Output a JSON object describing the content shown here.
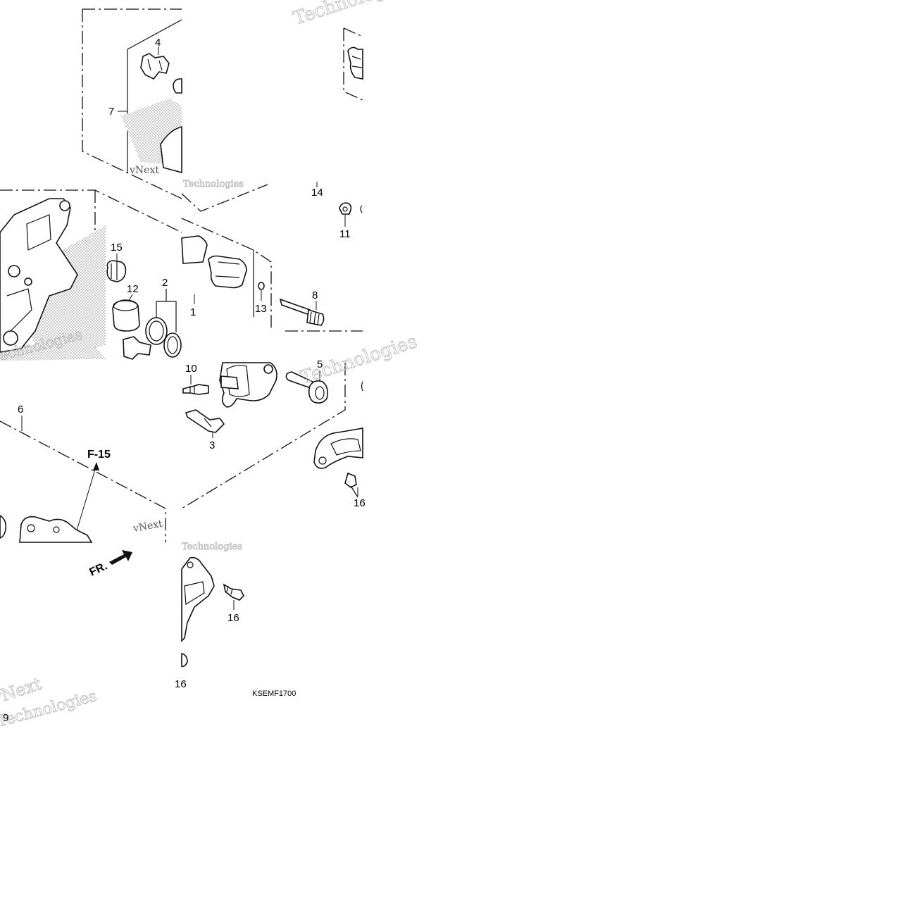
{
  "diagram": {
    "callouts": {
      "p1": "1",
      "p2": "2",
      "p3": "3",
      "p4": "4",
      "p5": "5",
      "p6": "6",
      "p7": "7",
      "p8": "8",
      "p9": "9",
      "p10": "10",
      "p11": "11",
      "p12": "12",
      "p13": "13",
      "p14": "14",
      "p15": "15",
      "p16a": "16",
      "p16b": "16",
      "p16c": "16"
    },
    "section_ref": "F-15",
    "front_label": "FR.",
    "diagram_code": "KSEMF1700",
    "watermark": {
      "brand": "vNext",
      "tech": "Technologies"
    }
  },
  "colors": {
    "line": "#111111",
    "background": "#ffffff",
    "stipple": "#9a9a9a"
  },
  "icons": [
    "front-arrow-icon"
  ]
}
